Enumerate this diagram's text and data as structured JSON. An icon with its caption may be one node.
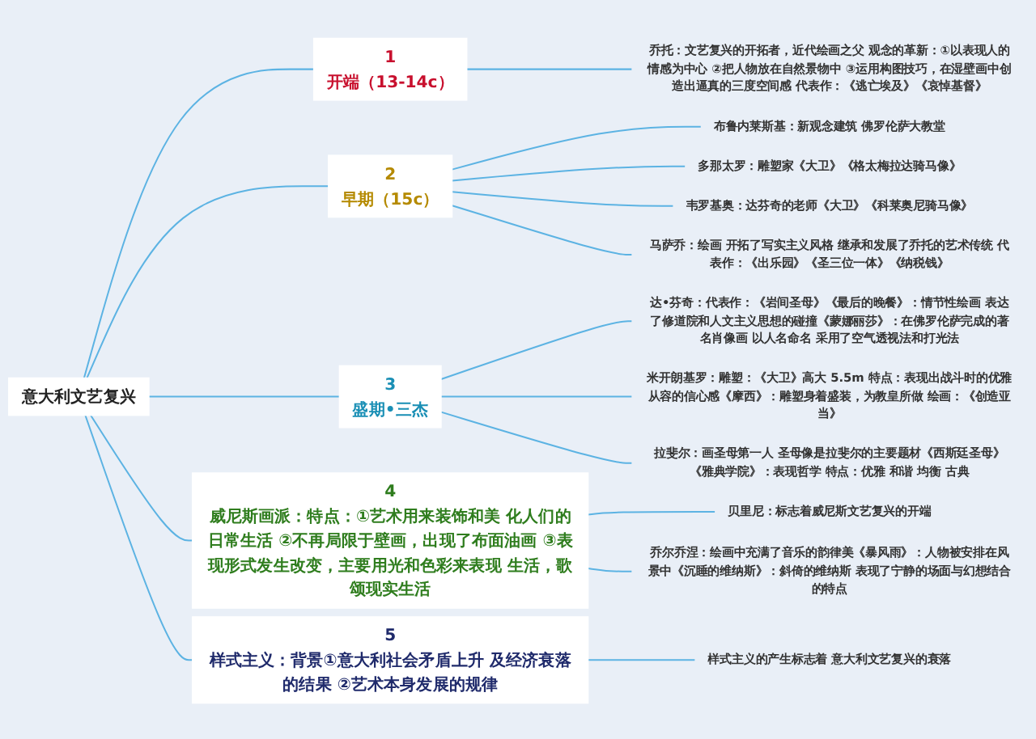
{
  "diagram": {
    "nodes": [
      {
        "text": [
          "意大利文艺复兴"
        ]
      },
      {
        "text": [
          "1",
          "开端（13-14c）"
        ]
      },
      {
        "text": [
          "乔托：文艺复兴的开拓者，近代绘画之父 观念的革新：①以表现人的情感为中心 ②把人物放在自然景物中 ③运用构图技巧，在湿壁画中创造出逼真的三度空间感 代表作：《逃亡埃及》《哀悼基督》"
        ]
      },
      {
        "text": [
          "2",
          "早期（15c）"
        ]
      },
      {
        "text": [
          "布鲁内莱斯基：新观念建筑 佛罗伦萨大教堂"
        ]
      },
      {
        "text": [
          "多那太罗：雕塑家《大卫》《格太梅拉达骑马像》"
        ]
      },
      {
        "text": [
          "韦罗基奥：达芬奇的老师《大卫》《科莱奥尼骑马像》"
        ]
      },
      {
        "text": [
          "马萨乔：绘画 开拓了写实主义风格 继承和发展了乔托的艺术传统 代表作：《出乐园》《圣三位一体》《纳税钱》"
        ]
      },
      {
        "text": [
          "3",
          "盛期•三杰"
        ]
      },
      {
        "text": [
          "达•芬奇：代表作：《岩间圣母》《最后的晚餐》：情节性绘画 表达了修道院和人文主义思想的碰撞《蒙娜丽莎》：在佛罗伦萨完成的著名肖像画 以人名命名 采用了空气透视法和打光法"
        ]
      },
      {
        "text": [
          "米开朗基罗：雕塑：《大卫》高大 5.5m 特点：表现出战斗时的优雅从容的信心感《摩西》：雕塑身着盛装，为教皇所做 绘画：《创造亚当》"
        ]
      },
      {
        "text": [
          "拉斐尔：画圣母第一人 圣母像是拉斐尔的主要题材《西斯廷圣母》《雅典学院》：表现哲学 特点：优雅 和谐 均衡 古典"
        ]
      },
      {
        "text": [
          "4",
          "威尼斯画派：特点：①艺术用来装饰和美 化人们的日常生活 ②不再局限于壁画，出现了布面油画 ③表现形式发生改变，主要用光和色彩来表现 生活，歌颂现实生活"
        ]
      },
      {
        "text": [
          "贝里尼：标志着威尼斯文艺复兴的开端"
        ]
      },
      {
        "text": [
          "乔尔乔涅：绘画中充满了音乐的韵律美《暴风雨》：人物被安排在风景中《沉睡的维纳斯》：斜倚的维纳斯 表现了宁静的场面与幻想结合的特点"
        ]
      },
      {
        "text": [
          "5",
          "样式主义：背景①意大利社会矛盾上升 及经济衰落的结果 ②艺术本身发展的规律"
        ]
      },
      {
        "text": [
          "样式主义的产生标志着 意大利文艺复兴的衰落"
        ]
      }
    ],
    "edges": [
      {
        "from": 0,
        "to": 1,
        "arrow": "none"
      },
      {
        "from": 1,
        "to": 2,
        "arrow": "none"
      },
      {
        "from": 0,
        "to": 3,
        "arrow": "none"
      },
      {
        "from": 3,
        "to": 4,
        "arrow": "none"
      },
      {
        "from": 3,
        "to": 5,
        "arrow": "none"
      },
      {
        "from": 3,
        "to": 6,
        "arrow": "none"
      },
      {
        "from": 3,
        "to": 7,
        "arrow": "none"
      },
      {
        "from": 0,
        "to": 8,
        "arrow": "none"
      },
      {
        "from": 8,
        "to": 9,
        "arrow": "none"
      },
      {
        "from": 8,
        "to": 10,
        "arrow": "none"
      },
      {
        "from": 8,
        "to": 11,
        "arrow": "none"
      },
      {
        "from": 0,
        "to": 12,
        "arrow": "none"
      },
      {
        "from": 12,
        "to": 13,
        "arrow": "none"
      },
      {
        "from": 12,
        "to": 14,
        "arrow": "none"
      },
      {
        "from": 0,
        "to": 15,
        "arrow": "none"
      },
      {
        "from": 15,
        "to": 16,
        "arrow": "none"
      }
    ]
  }
}
